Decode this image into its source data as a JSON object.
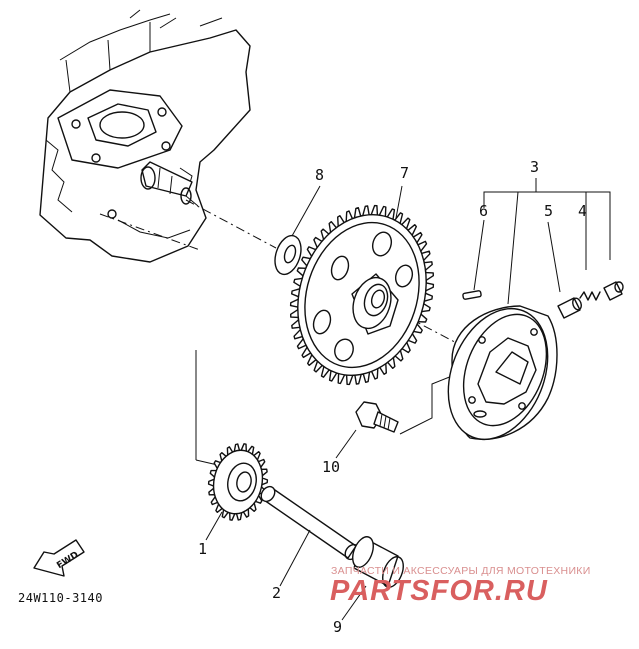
{
  "diagram": {
    "drawing_code": "24W110-3140",
    "fwd_label": "FWD",
    "callouts": {
      "c1": "1",
      "c2": "2",
      "c3": "3",
      "c4": "4",
      "c5": "5",
      "c6": "6",
      "c7": "7",
      "c8": "8",
      "c9": "9",
      "c10": "10"
    }
  },
  "watermark": {
    "tagline": "ЗАПЧАСТИ И АКСЕССУАРЫ ДЛЯ МОТОТЕХНИКИ",
    "brand": "PARTSFOR.RU",
    "color": "#d95f5f"
  }
}
